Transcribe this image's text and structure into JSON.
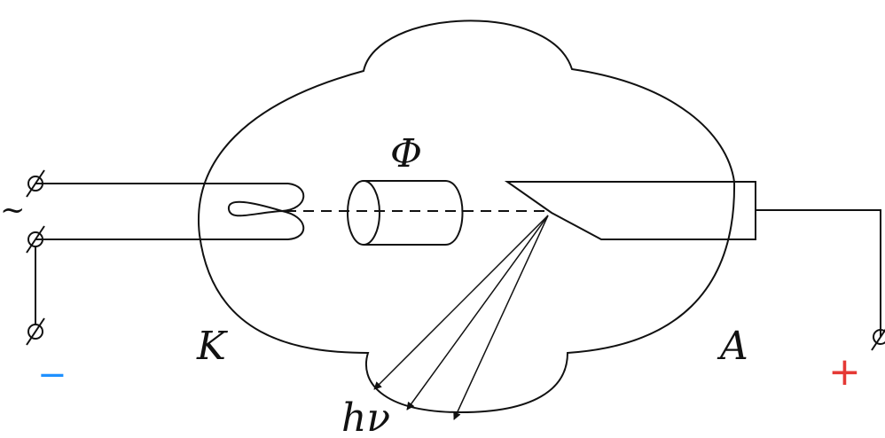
{
  "labels": {
    "cathode": "K",
    "anode": "A",
    "focus": "Φ",
    "photon": "hν",
    "ac_source": "~",
    "negative": "−",
    "positive": "+"
  },
  "colors": {
    "line": "#111111",
    "negative": "#1e90ff",
    "positive": "#e53935"
  }
}
